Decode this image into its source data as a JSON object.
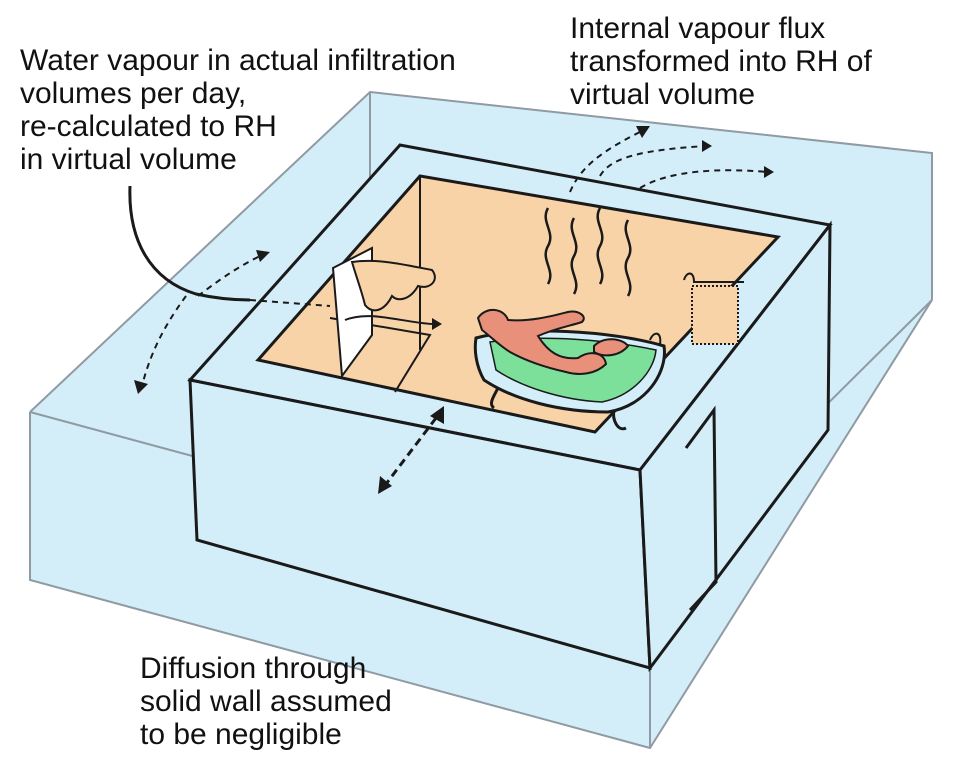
{
  "labels": {
    "infiltration": [
      "Water vapour in actual infiltration",
      "volumes per day,",
      "re-calculated to RH",
      "in virtual volume"
    ],
    "internal": [
      "Internal vapour flux",
      "transformed into RH of",
      "virtual volume"
    ],
    "diffusion": [
      "Diffusion through",
      "solid wall assumed",
      "to be negligible"
    ]
  },
  "colors": {
    "virtual_volume": "#d3eef9",
    "virtual_volume_edge": "#8f9aa2",
    "wall_face": "#d3eef9",
    "floor": "#f8d3a8",
    "figure_skin": "#e8907a",
    "bath_water": "#7de09a",
    "ink": "#1a1a1a"
  }
}
